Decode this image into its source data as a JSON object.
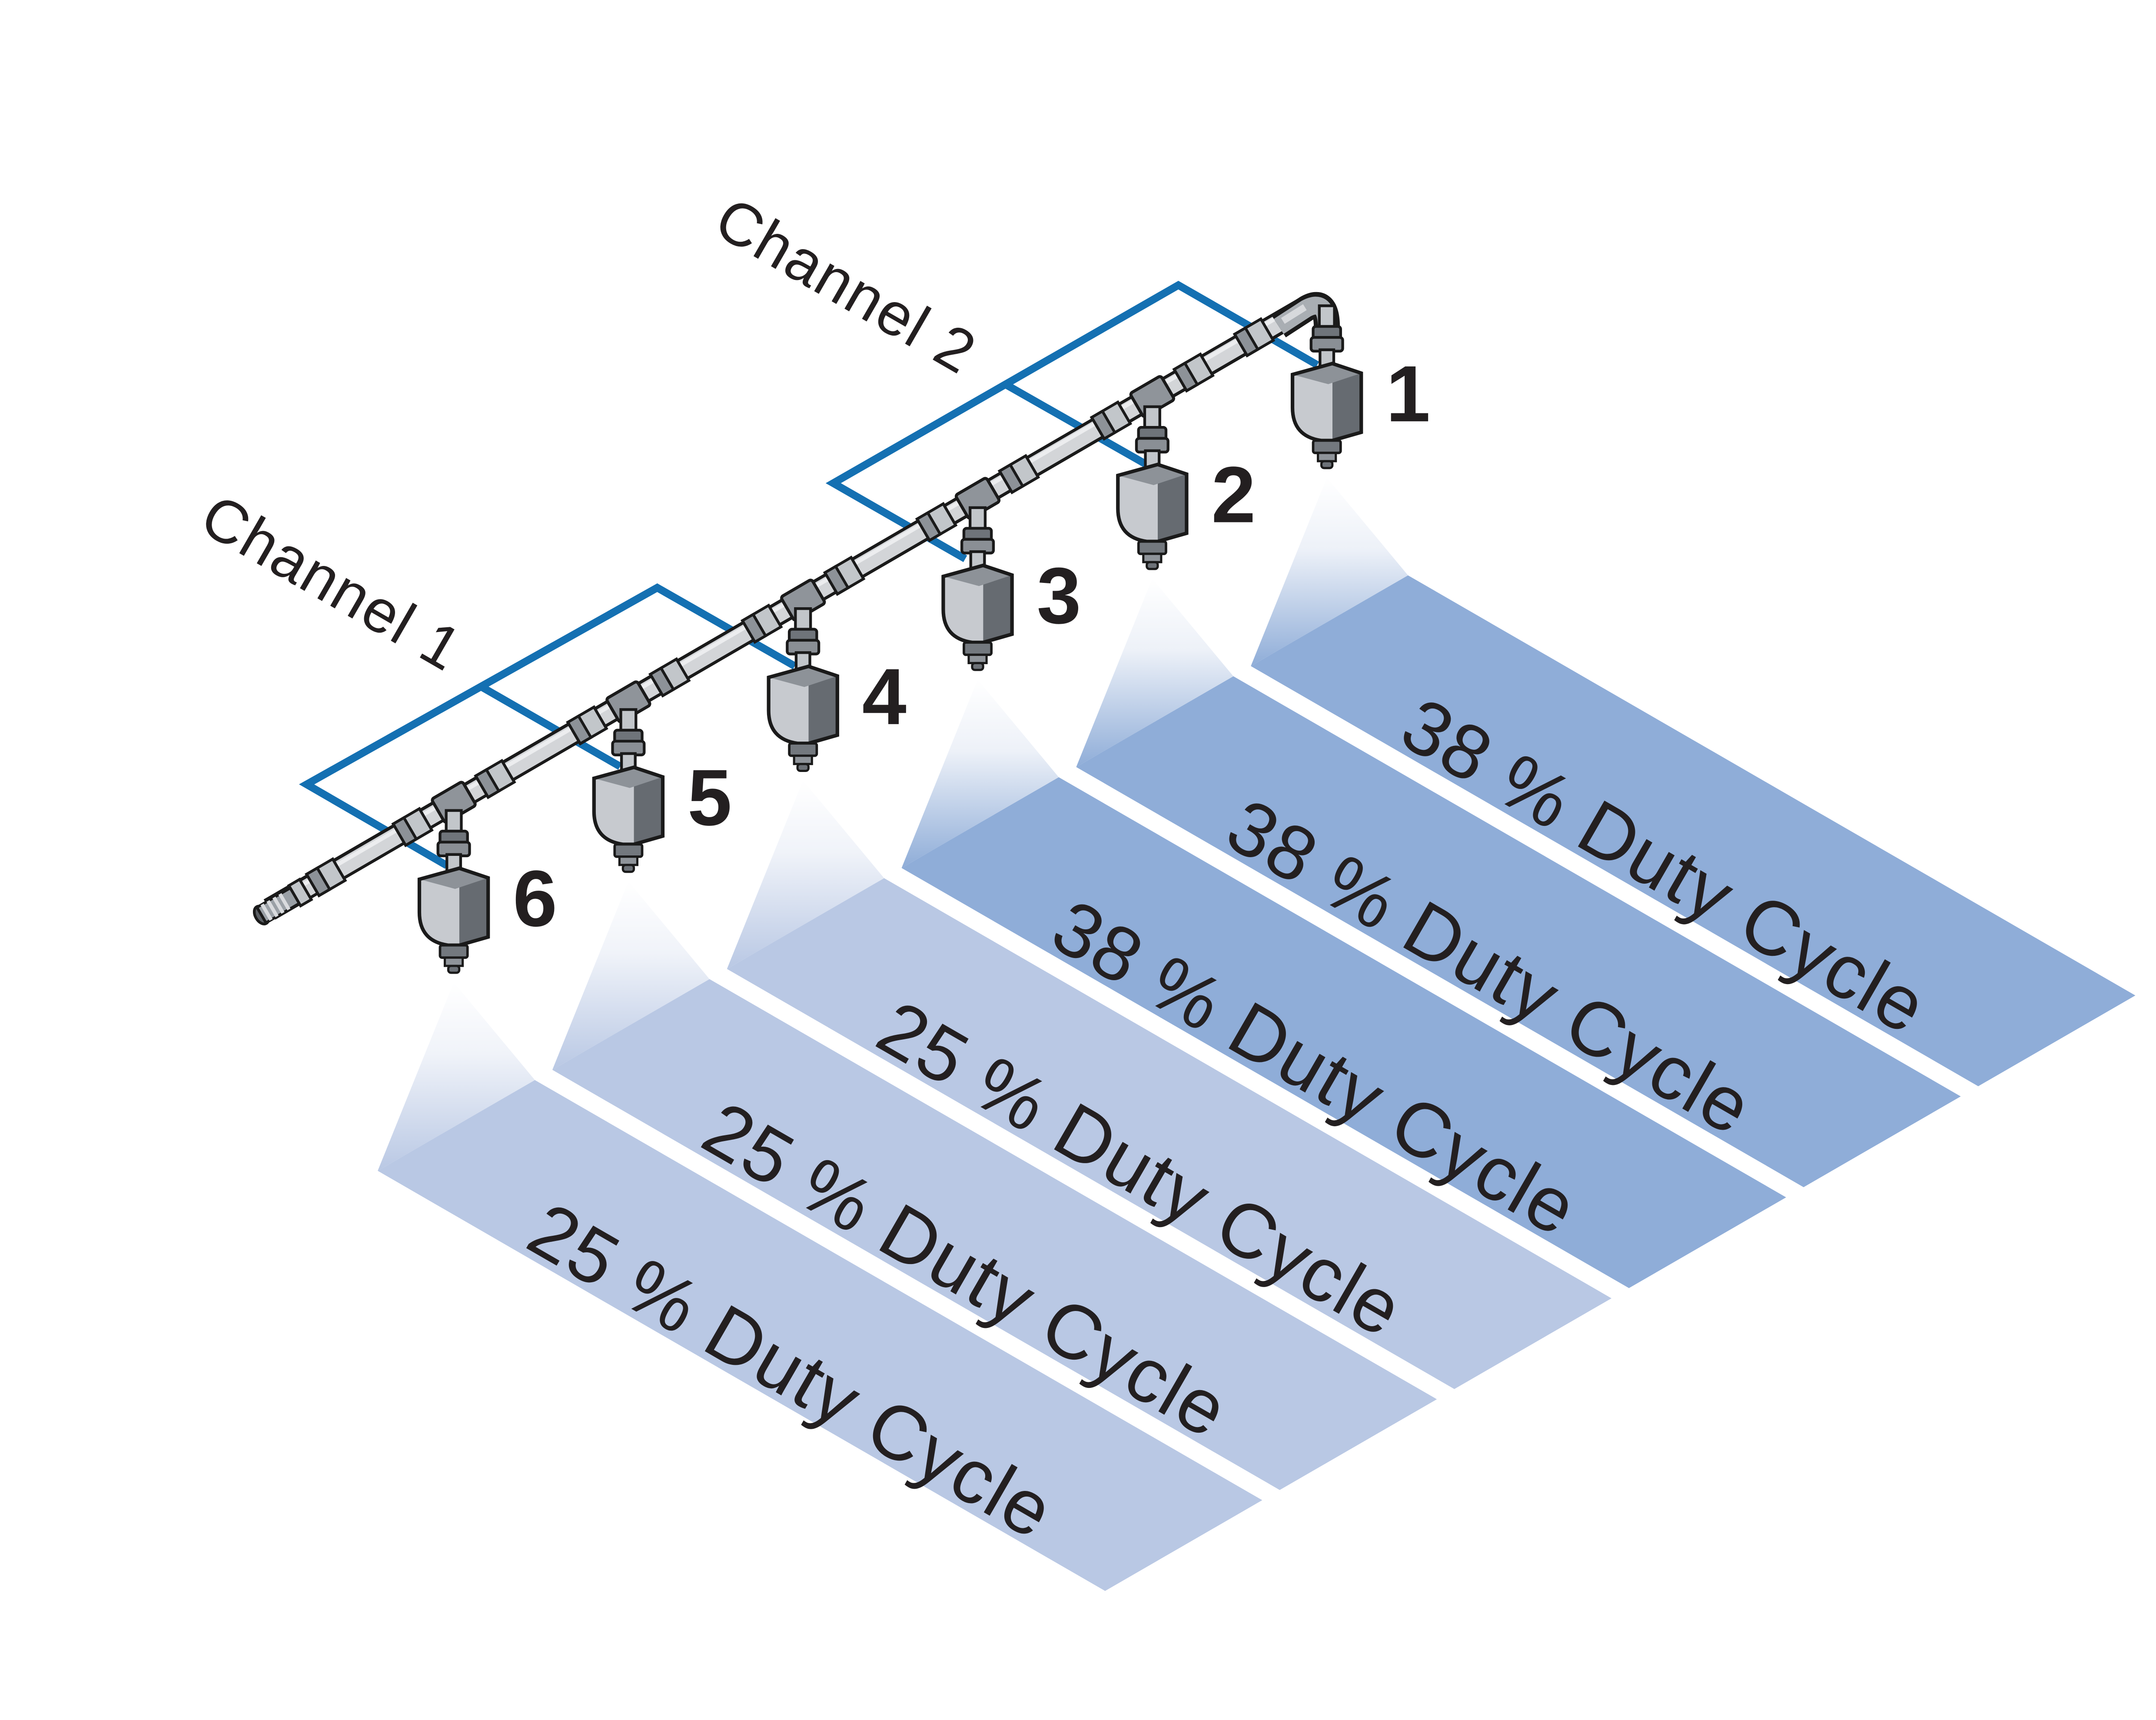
{
  "diagram": {
    "channels": [
      {
        "label": "Channel 1"
      },
      {
        "label": "Channel 2"
      }
    ],
    "sprays": [
      {
        "nozzle": "1",
        "duty_cycle": "38 % Duty Cycle"
      },
      {
        "nozzle": "2",
        "duty_cycle": "38 % Duty Cycle"
      },
      {
        "nozzle": "3",
        "duty_cycle": "38 % Duty Cycle"
      },
      {
        "nozzle": "4",
        "duty_cycle": "25 % Duty Cycle"
      },
      {
        "nozzle": "5",
        "duty_cycle": "25 % Duty Cycle"
      },
      {
        "nozzle": "6",
        "duty_cycle": "25 % Duty Cycle"
      }
    ],
    "colors": {
      "band_38": "#8FADD8",
      "band_25": "#B9C8E4",
      "bracket_blue": "#1470B2",
      "ink": "#231F20",
      "pipe_gray": "#D3D5D8"
    }
  }
}
